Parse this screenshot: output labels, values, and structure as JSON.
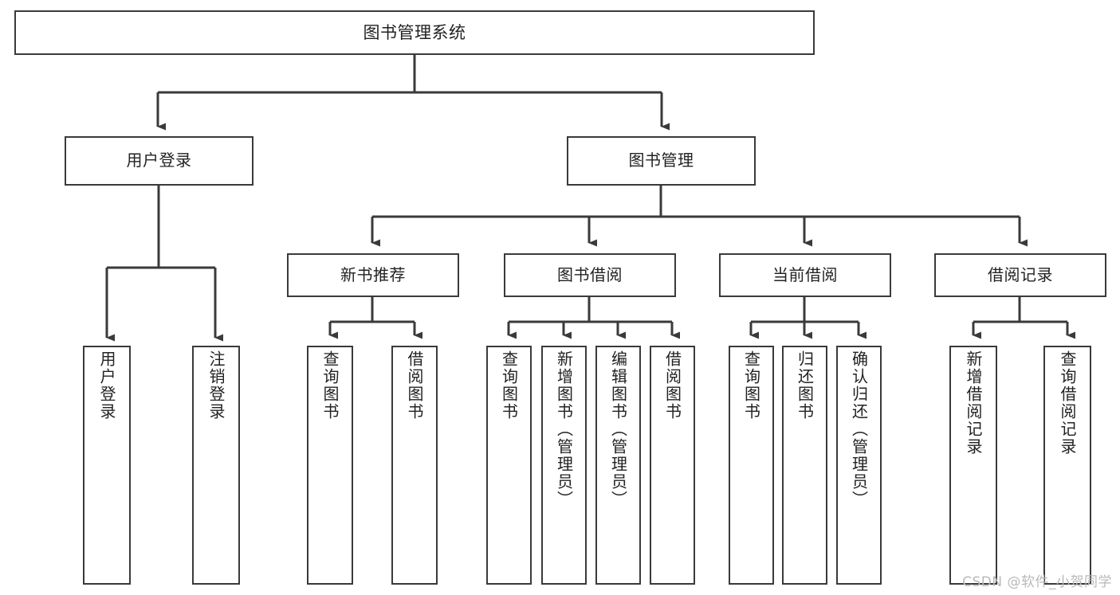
{
  "diagram": {
    "title": "图书管理系统",
    "type": "tree-hierarchy-diagram",
    "colors": {
      "box_border": "#3a3a3a",
      "box_fill": "#ffffff",
      "connector": "#3a3a3a",
      "text": "#222222",
      "watermark": "#b9b9b9",
      "background": "#ffffff"
    },
    "nodes": {
      "root": {
        "label": "图书管理系统"
      },
      "level2": [
        {
          "id": "user-login",
          "label": "用户登录"
        },
        {
          "id": "book-management",
          "label": "图书管理"
        }
      ],
      "level3": [
        {
          "id": "new-book-recommend",
          "label": "新书推荐"
        },
        {
          "id": "book-borrow",
          "label": "图书借阅"
        },
        {
          "id": "current-borrow",
          "label": "当前借阅"
        },
        {
          "id": "borrow-record",
          "label": "借阅记录"
        }
      ],
      "leaves": {
        "user-login": [
          {
            "id": "leaf-user-login",
            "label": "用户登录"
          },
          {
            "id": "leaf-logout",
            "label": "注销登录"
          }
        ],
        "new-book-recommend": [
          {
            "id": "leaf-query-book-1",
            "label": "查询图书"
          },
          {
            "id": "leaf-borrow-book-1",
            "label": "借阅图书"
          }
        ],
        "book-borrow": [
          {
            "id": "leaf-query-book-2",
            "label": "查询图书"
          },
          {
            "id": "leaf-add-book",
            "label": "新增图书（管理员）"
          },
          {
            "id": "leaf-edit-book",
            "label": "编辑图书（管理员）"
          },
          {
            "id": "leaf-borrow-book-2",
            "label": "借阅图书"
          }
        ],
        "current-borrow": [
          {
            "id": "leaf-query-book-3",
            "label": "查询图书"
          },
          {
            "id": "leaf-return-book",
            "label": "归还图书"
          },
          {
            "id": "leaf-confirm-return",
            "label": "确认归还（管理员）"
          }
        ],
        "borrow-record": [
          {
            "id": "leaf-add-record",
            "label": "新增借阅记录"
          },
          {
            "id": "leaf-query-record",
            "label": "查询借阅记录"
          }
        ]
      }
    },
    "watermark": "CSDN @软件_小贺同学"
  }
}
